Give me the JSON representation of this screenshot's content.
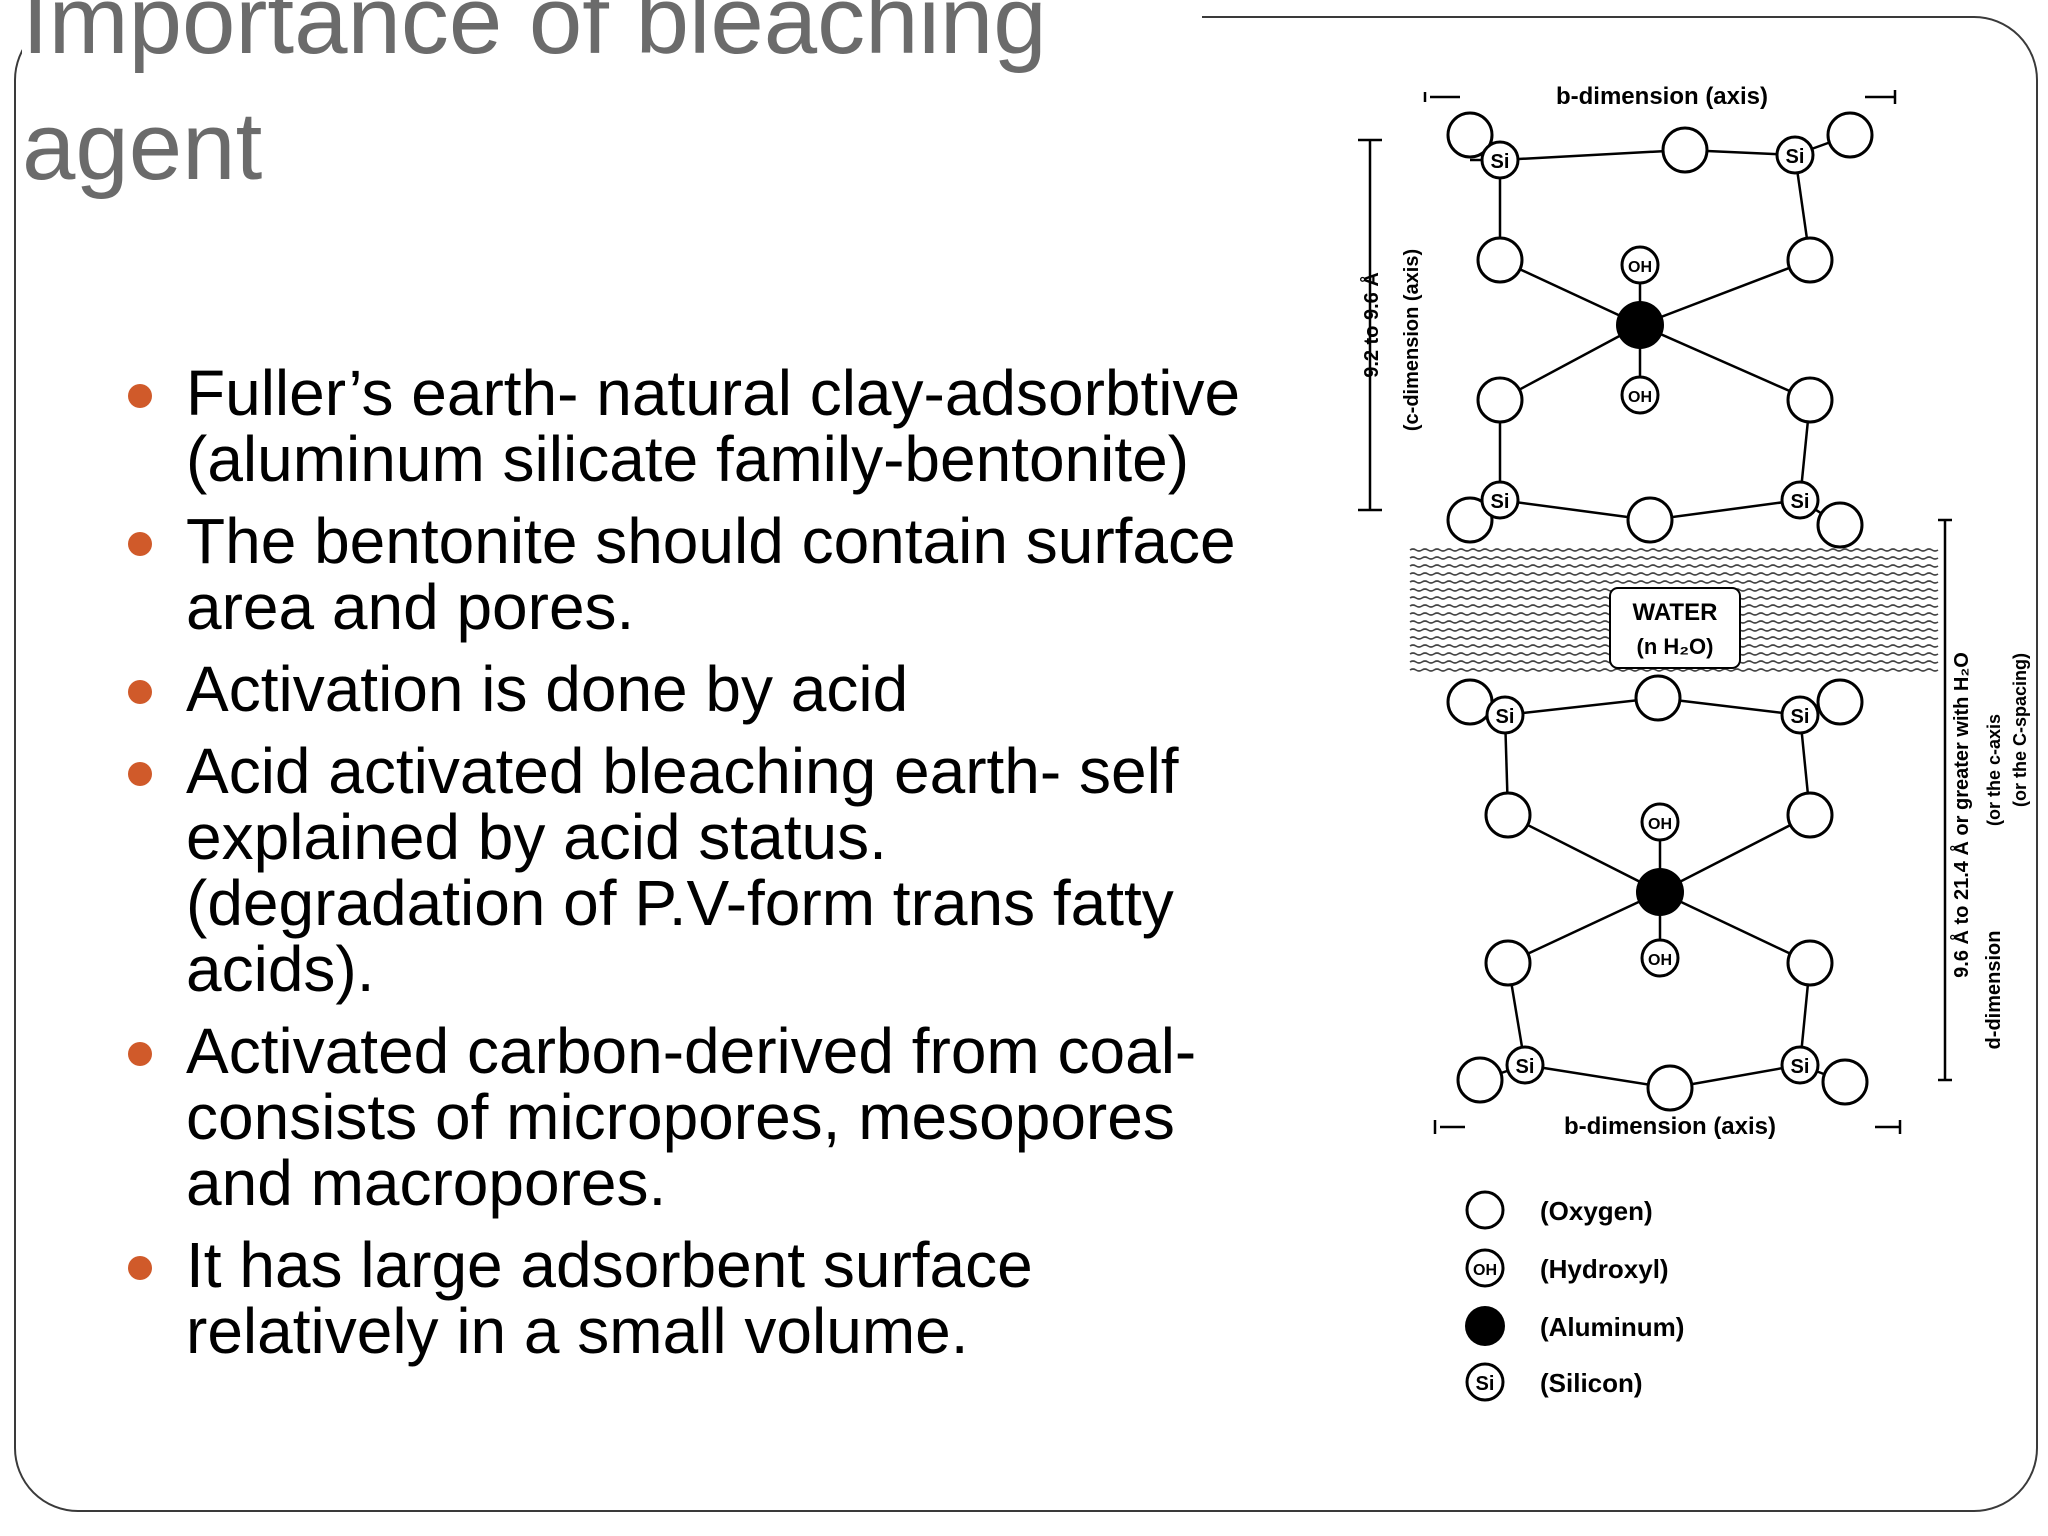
{
  "slide": {
    "title": "Importance of bleaching agent",
    "accent_color": "#d05a2a",
    "bullets": [
      {
        "text": "Fuller’s earth- natural clay-adsorbtive (aluminum silicate family-bentonite)"
      },
      {
        "text": "The bentonite should contain surface area and pores."
      },
      {
        "text": "Activation is done by acid"
      },
      {
        "text": "Acid activated bleaching earth- self explained by acid status. (degradation of P.V-form trans fatty acids)."
      },
      {
        "text": "Activated carbon-derived from coal- consists of micropores, mesopores and macropores."
      },
      {
        "text": "It has large adsorbent  surface relatively in a small volume."
      }
    ]
  },
  "figure": {
    "b_dimension_label": "b-dimension  (axis)",
    "c_dimension_label": "(c-dimension (axis)",
    "c_range_label": "9.2 to 9.6 Å",
    "d_dimension_label": "d-dimension",
    "d_range_label": "9.6 Å to 21.4 Å or greater with H₂O",
    "c_axis_note_1": "(or the c-axis",
    "c_axis_note_2": "(or the C-spacing)",
    "water_label": "WATER",
    "water_formula": "(n H₂O)",
    "si_label": "Si",
    "oh_label": "OH",
    "legend": [
      {
        "symbol": "oxygen",
        "label": "(Oxygen)"
      },
      {
        "symbol": "hydroxyl",
        "label": "(Hydroxyl)"
      },
      {
        "symbol": "aluminum",
        "label": "(Aluminum)"
      },
      {
        "symbol": "silicon",
        "label": "(Silicon)"
      }
    ]
  }
}
